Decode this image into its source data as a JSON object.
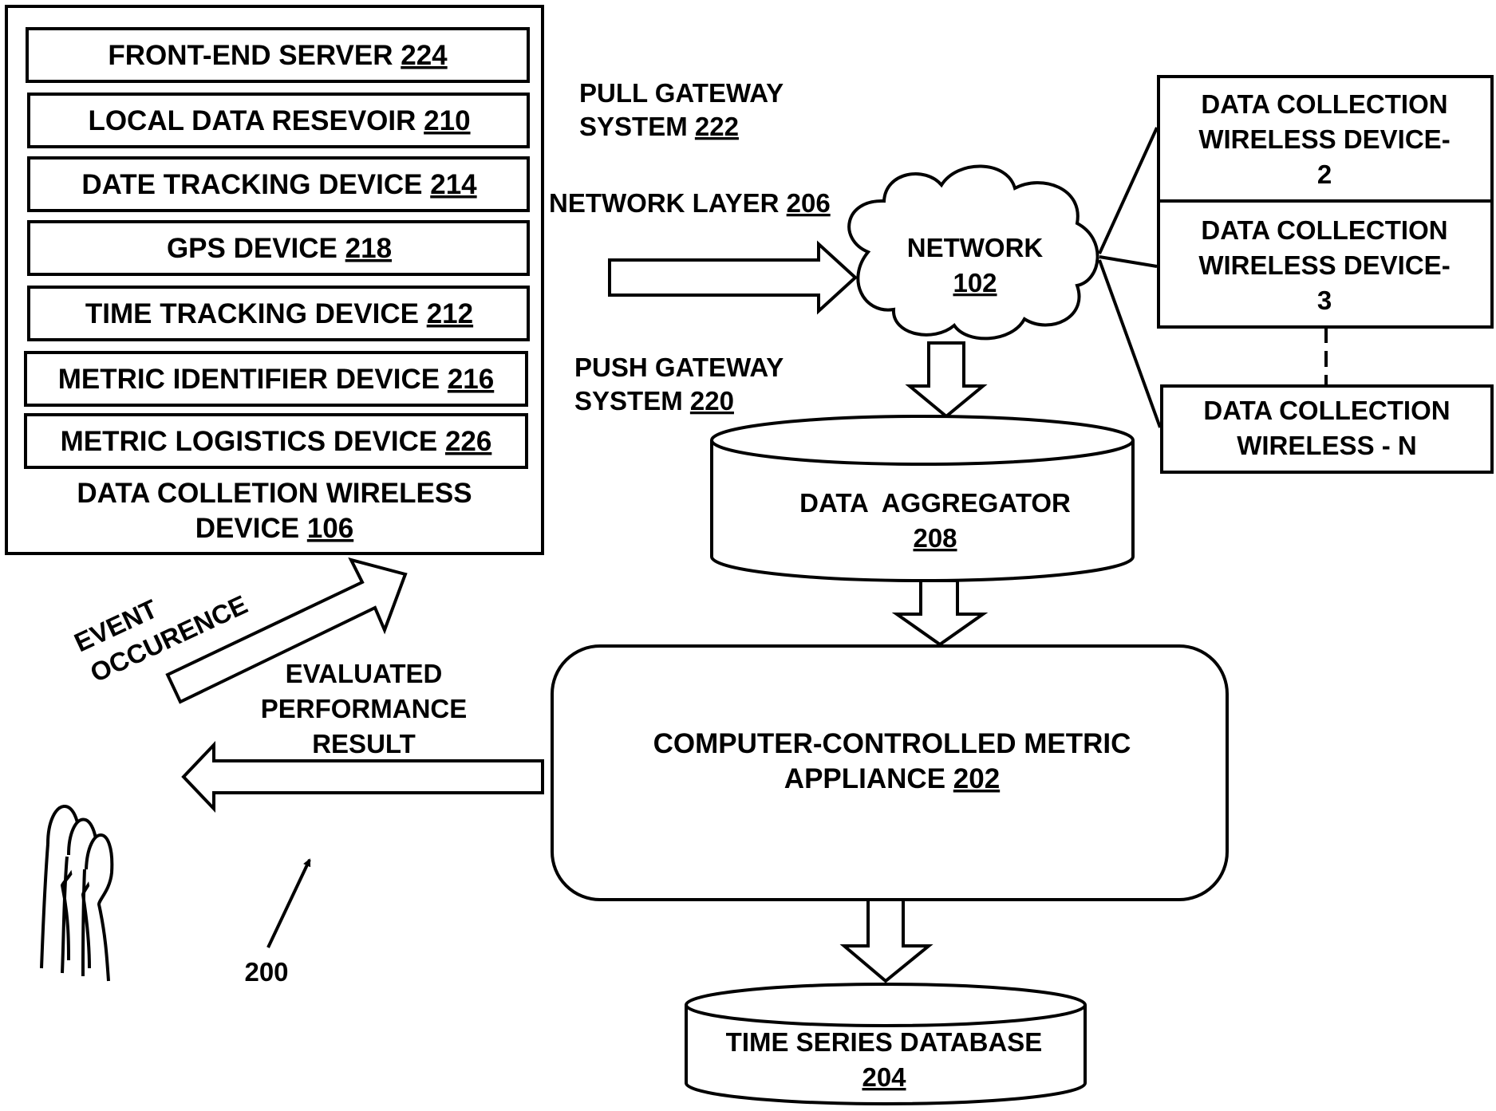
{
  "device_box": {
    "components": [
      {
        "name": "FRONT-END SERVER",
        "ref": "224"
      },
      {
        "name": "LOCAL DATA RESEVOIR",
        "ref": "210"
      },
      {
        "name": "DATE TRACKING DEVICE",
        "ref": "214"
      },
      {
        "name": "GPS DEVICE",
        "ref": "218"
      },
      {
        "name": "TIME TRACKING DEVICE",
        "ref": "212"
      },
      {
        "name": "METRIC IDENTIFIER DEVICE",
        "ref": "216"
      },
      {
        "name": "METRIC LOGISTICS DEVICE",
        "ref": "226"
      }
    ],
    "caption_line1": "DATA COLLETION WIRELESS",
    "caption_line2": "DEVICE",
    "caption_ref": "106"
  },
  "pull_gateway": {
    "line1": "PULL GATEWAY",
    "line2": "SYSTEM",
    "ref": "222"
  },
  "network_layer": {
    "label": "NETWORK LAYER",
    "ref": "206"
  },
  "push_gateway": {
    "line1": "PUSH GATEWAY",
    "line2": "SYSTEM",
    "ref": "220"
  },
  "network": {
    "label": "NETWORK",
    "ref": "102"
  },
  "wireless_devices": [
    {
      "line1": "DATA COLLECTION",
      "line2": "WIRELESS DEVICE-",
      "line3": "2"
    },
    {
      "line1": "DATA COLLECTION",
      "line2": "WIRELESS DEVICE-",
      "line3": "3"
    },
    {
      "line1": "DATA COLLECTION",
      "line2": "WIRELESS - N"
    }
  ],
  "data_aggregator": {
    "label": "DATA  AGGREGATOR",
    "ref": "208"
  },
  "metric_appliance": {
    "line1": "COMPUTER-CONTROLLED METRIC",
    "line2": "APPLIANCE",
    "ref": "202"
  },
  "time_series_db": {
    "label": "TIME SERIES DATABASE",
    "ref": "204"
  },
  "event_occurrence": {
    "line1": "EVENT",
    "line2": "OCCURENCE"
  },
  "evaluated_result": {
    "line1": "EVALUATED",
    "line2": "PERFORMANCE",
    "line3": "RESULT"
  },
  "figure_ref": "200"
}
